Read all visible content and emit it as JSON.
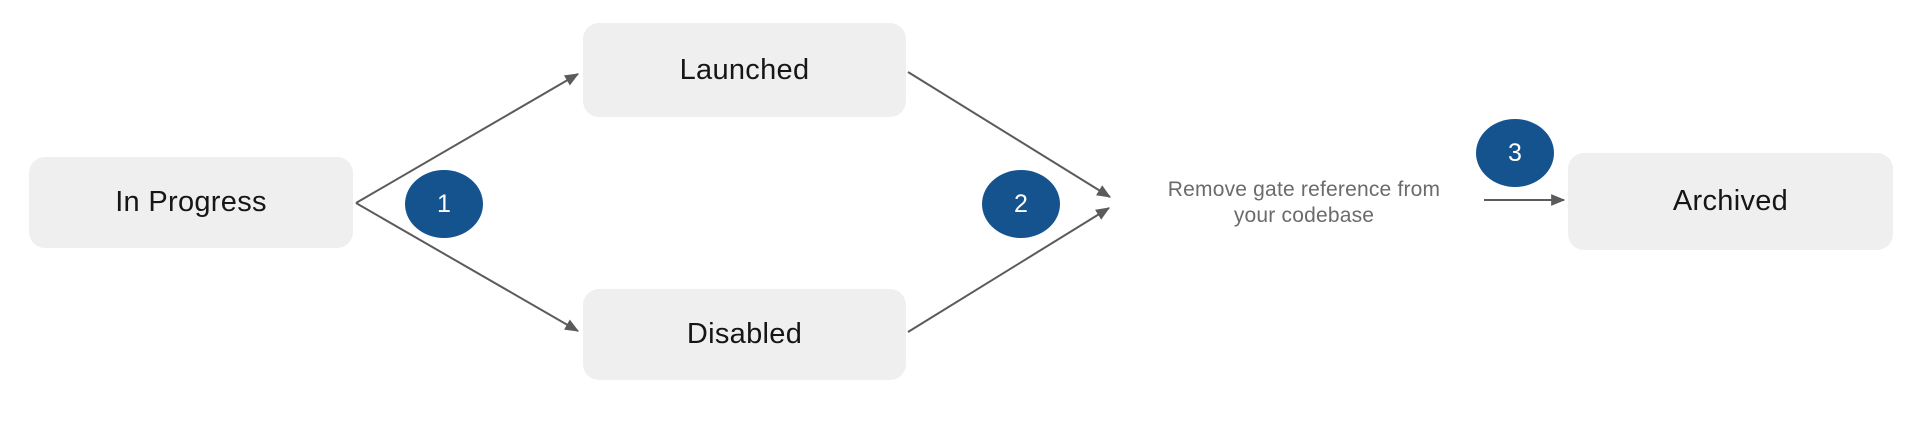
{
  "diagram": {
    "title_hint": "feature gate lifecycle flow",
    "nodes": [
      {
        "label": "In Progress"
      },
      {
        "label": "Launched"
      },
      {
        "label": "Disabled"
      },
      {
        "label": "Archived"
      }
    ],
    "steps": [
      {
        "number": "1"
      },
      {
        "number": "2"
      },
      {
        "number": "3"
      }
    ],
    "annotation": {
      "full_text": "Remove gate reference from your codebase",
      "line1": "Remove gate reference from",
      "line2": "your codebase"
    },
    "colors": {
      "background": "#ffffff",
      "node_fill": "#efefef",
      "node_text": "#161616",
      "step_fill": "#15538f",
      "step_text": "#ffffff",
      "arrow": "#5b5b5b",
      "annotation_text": "#6b6b6b"
    }
  }
}
